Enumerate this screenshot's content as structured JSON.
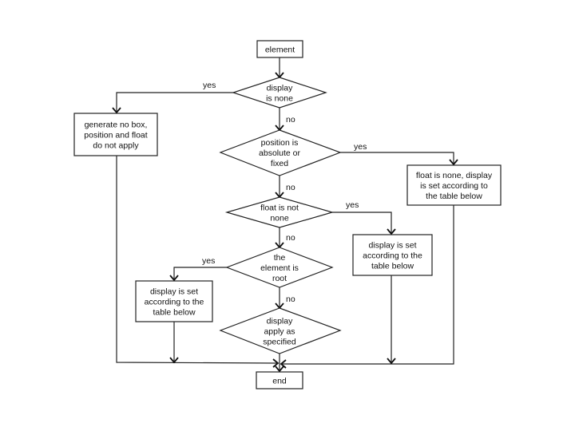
{
  "diagram": {
    "type": "flowchart",
    "nodes": {
      "start": {
        "kind": "process",
        "lines": [
          "element"
        ]
      },
      "display_none": {
        "kind": "decision",
        "lines": [
          "display",
          "is none"
        ]
      },
      "no_box": {
        "kind": "process",
        "lines": [
          "generate no box,",
          "position and float",
          "do not apply"
        ]
      },
      "position_abs": {
        "kind": "decision",
        "lines": [
          "position is",
          "absolute or",
          "fixed"
        ]
      },
      "float_none_set": {
        "kind": "process",
        "lines": [
          "float is none, display",
          "is set according to",
          "the table below"
        ]
      },
      "float_not_none": {
        "kind": "decision",
        "lines": [
          "float is not",
          "none"
        ]
      },
      "set_table_float": {
        "kind": "process",
        "lines": [
          "display is set",
          "according to  the",
          "table below"
        ]
      },
      "is_root": {
        "kind": "decision",
        "lines": [
          "the",
          "element is",
          "root"
        ]
      },
      "set_table_root": {
        "kind": "process",
        "lines": [
          "display is set",
          "according to  the",
          "table below"
        ]
      },
      "apply_specified": {
        "kind": "decision",
        "lines": [
          "display",
          "apply as",
          "specified"
        ]
      },
      "end": {
        "kind": "process",
        "lines": [
          "end"
        ]
      }
    },
    "edges": [
      {
        "from": "start",
        "to": "display_none",
        "label": ""
      },
      {
        "from": "display_none",
        "to": "no_box",
        "label": "yes"
      },
      {
        "from": "display_none",
        "to": "position_abs",
        "label": "no"
      },
      {
        "from": "position_abs",
        "to": "float_none_set",
        "label": "yes"
      },
      {
        "from": "position_abs",
        "to": "float_not_none",
        "label": "no"
      },
      {
        "from": "float_not_none",
        "to": "set_table_float",
        "label": "yes"
      },
      {
        "from": "float_not_none",
        "to": "is_root",
        "label": "no"
      },
      {
        "from": "is_root",
        "to": "set_table_root",
        "label": "yes"
      },
      {
        "from": "is_root",
        "to": "apply_specified",
        "label": "no"
      },
      {
        "from": "no_box",
        "to": "end",
        "label": ""
      },
      {
        "from": "set_table_root",
        "to": "end",
        "label": ""
      },
      {
        "from": "apply_specified",
        "to": "end",
        "label": ""
      },
      {
        "from": "set_table_float",
        "to": "end",
        "label": ""
      },
      {
        "from": "float_none_set",
        "to": "end",
        "label": ""
      }
    ]
  }
}
